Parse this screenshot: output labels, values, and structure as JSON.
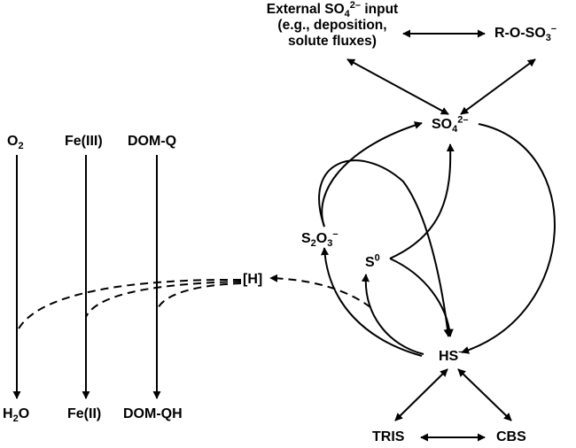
{
  "external_input": {
    "line1": "External SO",
    "line1_sub": "4",
    "line1_sup": "2–",
    "line1_tail": " input",
    "line2": "(e.g., deposition,",
    "line3": "solute fluxes)"
  },
  "organic_sulfate": {
    "base": "R-O-SO",
    "sub": "3",
    "sup": "–"
  },
  "sulfate": {
    "base": "SO",
    "sub": "4",
    "sup": "2–"
  },
  "thiosulfate": {
    "s": "S",
    "sub1": "2",
    "o": "O",
    "sub2": "3",
    "sup": "–"
  },
  "elemental_sulfur": {
    "base": "S",
    "sup": "0"
  },
  "sulfide": {
    "base": "HS",
    "sup": "–"
  },
  "tris": "TRIS",
  "cbs": "CBS",
  "reducing_equivalents": "[H]",
  "acceptors": [
    {
      "ox_base": "O",
      "ox_sub": "2",
      "red_base": "H",
      "red_sub": "2",
      "red_tail": "O"
    },
    {
      "ox": "Fe(III)",
      "red": "Fe(II)"
    },
    {
      "ox": "DOM-Q",
      "red": "DOM-QH"
    }
  ]
}
